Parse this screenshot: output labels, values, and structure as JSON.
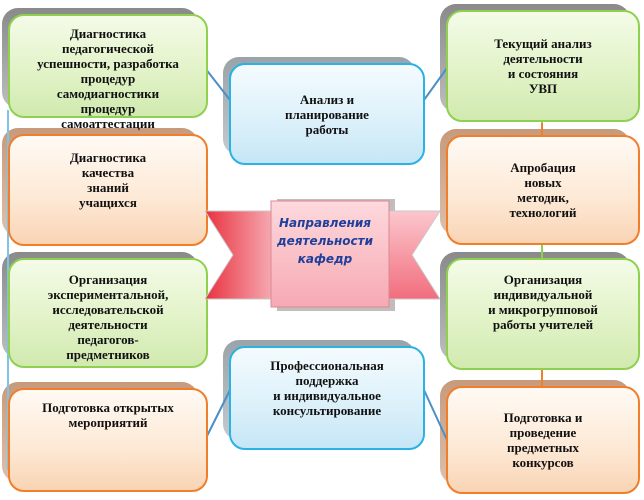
{
  "diagram": {
    "title": "Направления\nдеятельности\nкафедр",
    "boxes": {
      "left_1": "Диагностика\nпедагогической\nуспешности, разработка\nпроцедур\nсамодиагностики\nпроцедур\nсамоаттестации",
      "left_2": "Диагностика\nкачества\nзнаний\nучащихся",
      "left_3": "Организация\nэкспериментальной,\nисследовательской\nдеятельности\nпедагогов-\nпредметников",
      "left_4": "Подготовка открытых\nмероприятий",
      "center_top": "Анализ и\nпланирование\nработы",
      "center_bottom": "Профессиональная\nподдержка\nи индивидуальное\nконсультирование",
      "right_1": "Текущий анализ\nдеятельности\nи состояния\nУВП",
      "right_2": "Апробация\nновых\nметодик,\nтехнологий",
      "right_3": "Организация\nиндивидуальной\nи микрогрупповой\nработы учителей",
      "right_4": "Подготовка и\nпроведение\nпредметных\nконкурсов"
    },
    "colors": {
      "green_border": "#8fd14f",
      "orange_border": "#f07e2b",
      "blue_border": "#2ab1e6",
      "banner_fill": "#f26d7d",
      "title_text": "#1f3f9a"
    }
  }
}
